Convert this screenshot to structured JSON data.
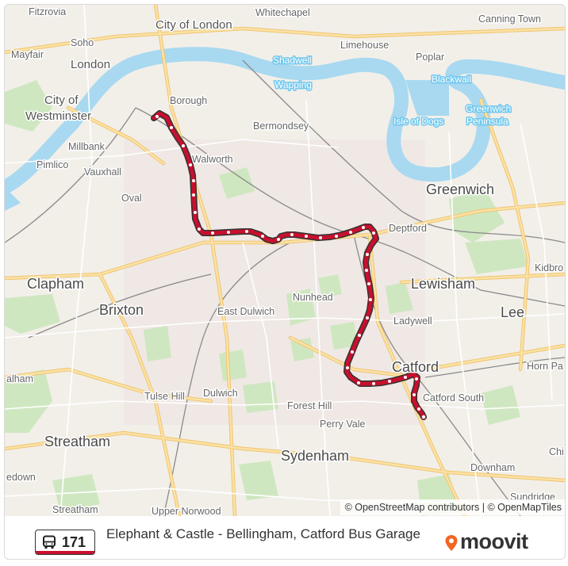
{
  "map": {
    "place_labels": {
      "fitzrovia": "Fitzrovia",
      "whitechapel": "Whitechapel",
      "canning_town": "Canning Town",
      "city_of_london": "City of London",
      "soho": "Soho",
      "mayfair": "Mayfair",
      "london": "London",
      "limehouse": "Limehouse",
      "poplar": "Poplar",
      "shadwell": "Shadwell",
      "blackwall": "Blackwall",
      "wapping": "Wapping",
      "city_of_westminster_1": "City of",
      "city_of_westminster_2": "Westminster",
      "borough": "Borough",
      "greenwich_peninsula_1": "Greenwich",
      "greenwich_peninsula_2": "Peninsula",
      "isle_of_dogs": "Isle of Dogs",
      "bermondsey": "Bermondsey",
      "millbank": "Millbank",
      "walworth": "Walworth",
      "pimlico": "Pimlico",
      "vauxhall": "Vauxhall",
      "greenwich": "Greenwich",
      "oval": "Oval",
      "deptford": "Deptford",
      "kidbrooke": "Kidbro",
      "clapham": "Clapham",
      "lewisham": "Lewisham",
      "nunhead": "Nunhead",
      "brixton": "Brixton",
      "east_dulwich": "East Dulwich",
      "lee": "Lee",
      "ladywell": "Ladywell",
      "catford": "Catford",
      "horn_park": "Horn Pa",
      "balham": "alham",
      "tulse_hill": "Tulse Hill",
      "dulwich": "Dulwich",
      "catford_south": "Catford South",
      "forest_hill": "Forest Hill",
      "perry_vale": "Perry Vale",
      "streatham": "Streatham",
      "chislehurst": "Chi",
      "sydenham": "Sydenham",
      "tooting_bec": "edown",
      "downham": "Downham",
      "sundridge": "Sundridge",
      "streatham_bottom": "Streatham",
      "upper_norwood": "Upper Norwood"
    },
    "attribution": "© OpenStreetMap contributors | © OpenMapTiles",
    "route_color": "#c8102e"
  },
  "footer": {
    "route_icon": "bus-icon",
    "route_number": "171",
    "route_title": "Elephant & Castle - Bellingham, Catford Bus Garage",
    "brand_icon": "map-pin-icon",
    "brand_name": "moovit",
    "brand_color": "#f26522"
  }
}
